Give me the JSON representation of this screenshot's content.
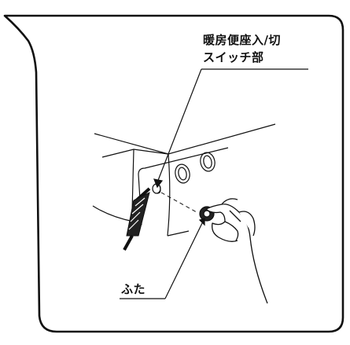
{
  "labels": {
    "switch_line1": "暖房便座入/切",
    "switch_line2": "スイッチ部",
    "lid": "ふた"
  },
  "colors": {
    "ink": "#111111",
    "background": "#ffffff"
  }
}
